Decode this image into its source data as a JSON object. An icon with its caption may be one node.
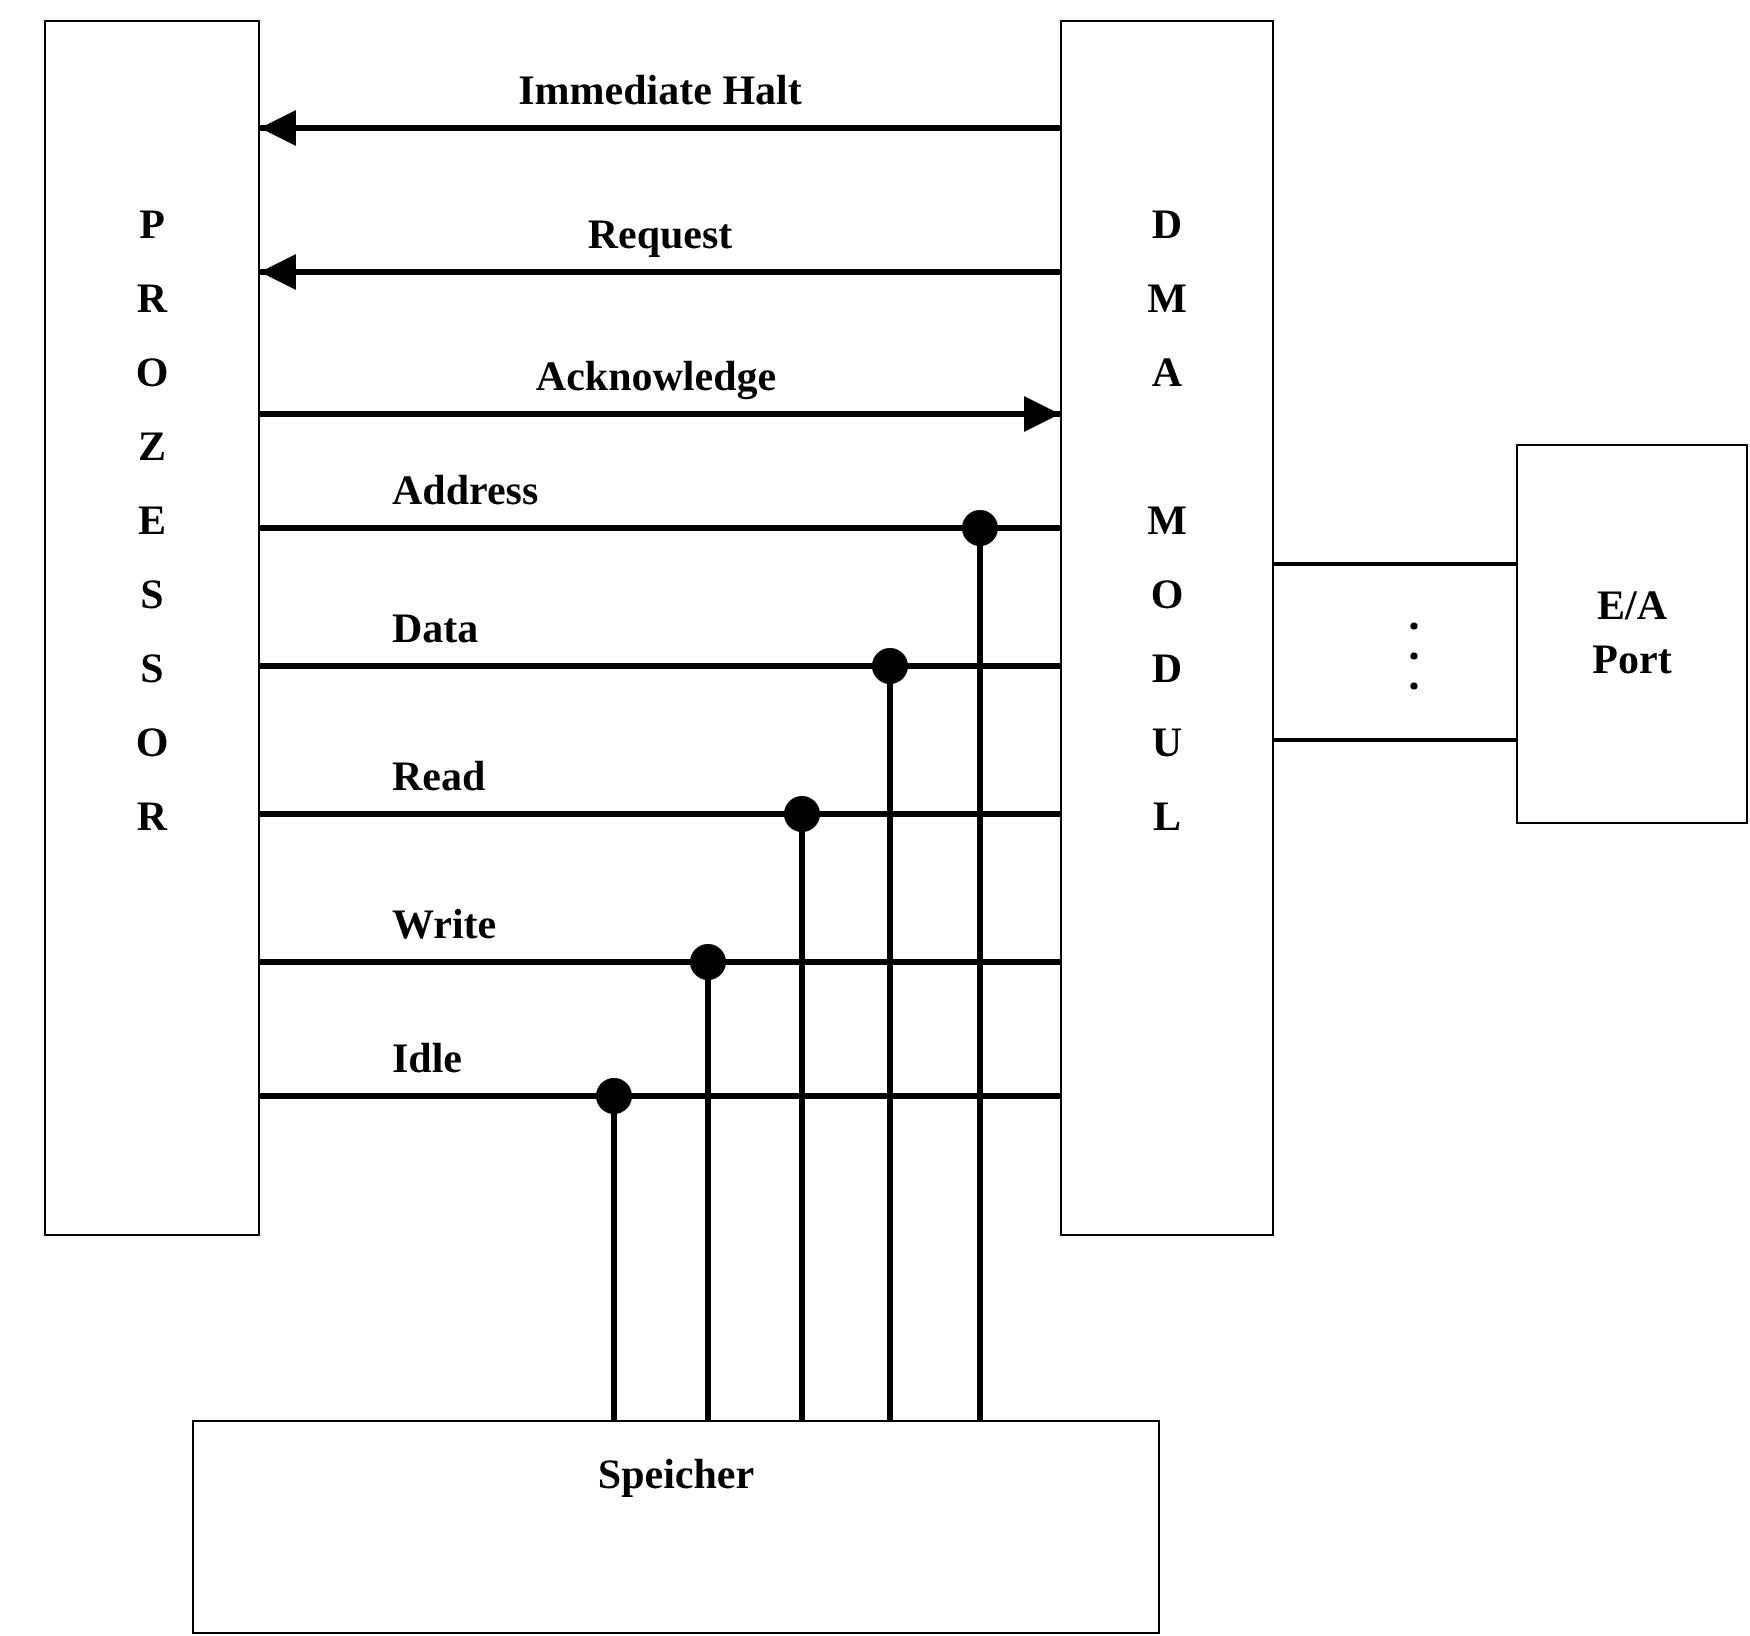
{
  "diagram": {
    "nodes": [
      {
        "text": [
          "PROZESSOR"
        ]
      },
      {
        "text": [
          "DMA MODUL"
        ]
      },
      {
        "text": [
          "E/A Port"
        ]
      },
      {
        "text": [
          "Speicher"
        ]
      }
    ],
    "edges": [
      {
        "from": 1,
        "to": 0,
        "arrow": "to",
        "label": "Immediate Halt"
      },
      {
        "from": 1,
        "to": 0,
        "arrow": "to",
        "label": "Request"
      },
      {
        "from": 0,
        "to": 1,
        "arrow": "to",
        "label": "Acknowledge"
      },
      {
        "from": 0,
        "to": 1,
        "arrow": "none",
        "label": "Address"
      },
      {
        "from": 3,
        "to": 0,
        "arrow": "none"
      },
      {
        "from": 0,
        "to": 1,
        "arrow": "none",
        "label": "Data"
      },
      {
        "from": 3,
        "to": 0,
        "arrow": "none"
      },
      {
        "from": 0,
        "to": 1,
        "arrow": "none",
        "label": "Read"
      },
      {
        "from": 3,
        "to": 0,
        "arrow": "none"
      },
      {
        "from": 0,
        "to": 1,
        "arrow": "none",
        "label": "Write"
      },
      {
        "from": 3,
        "to": 0,
        "arrow": "none"
      },
      {
        "from": 0,
        "to": 1,
        "arrow": "none",
        "label": "Idle"
      },
      {
        "from": 3,
        "to": 0,
        "arrow": "none"
      },
      {
        "from": 1,
        "to": 2,
        "arrow": "none"
      },
      {
        "from": 1,
        "to": 2,
        "arrow": "none"
      }
    ]
  }
}
